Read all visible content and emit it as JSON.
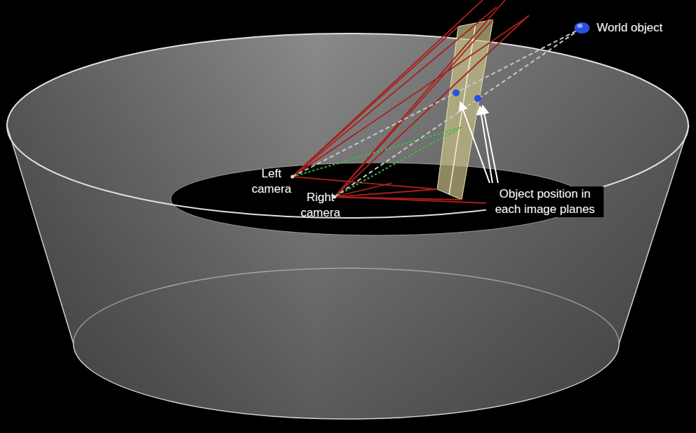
{
  "diagram": {
    "labels": [
      "World object",
      "Left camera",
      "Right camera",
      "Object position in each image planes"
    ]
  }
}
